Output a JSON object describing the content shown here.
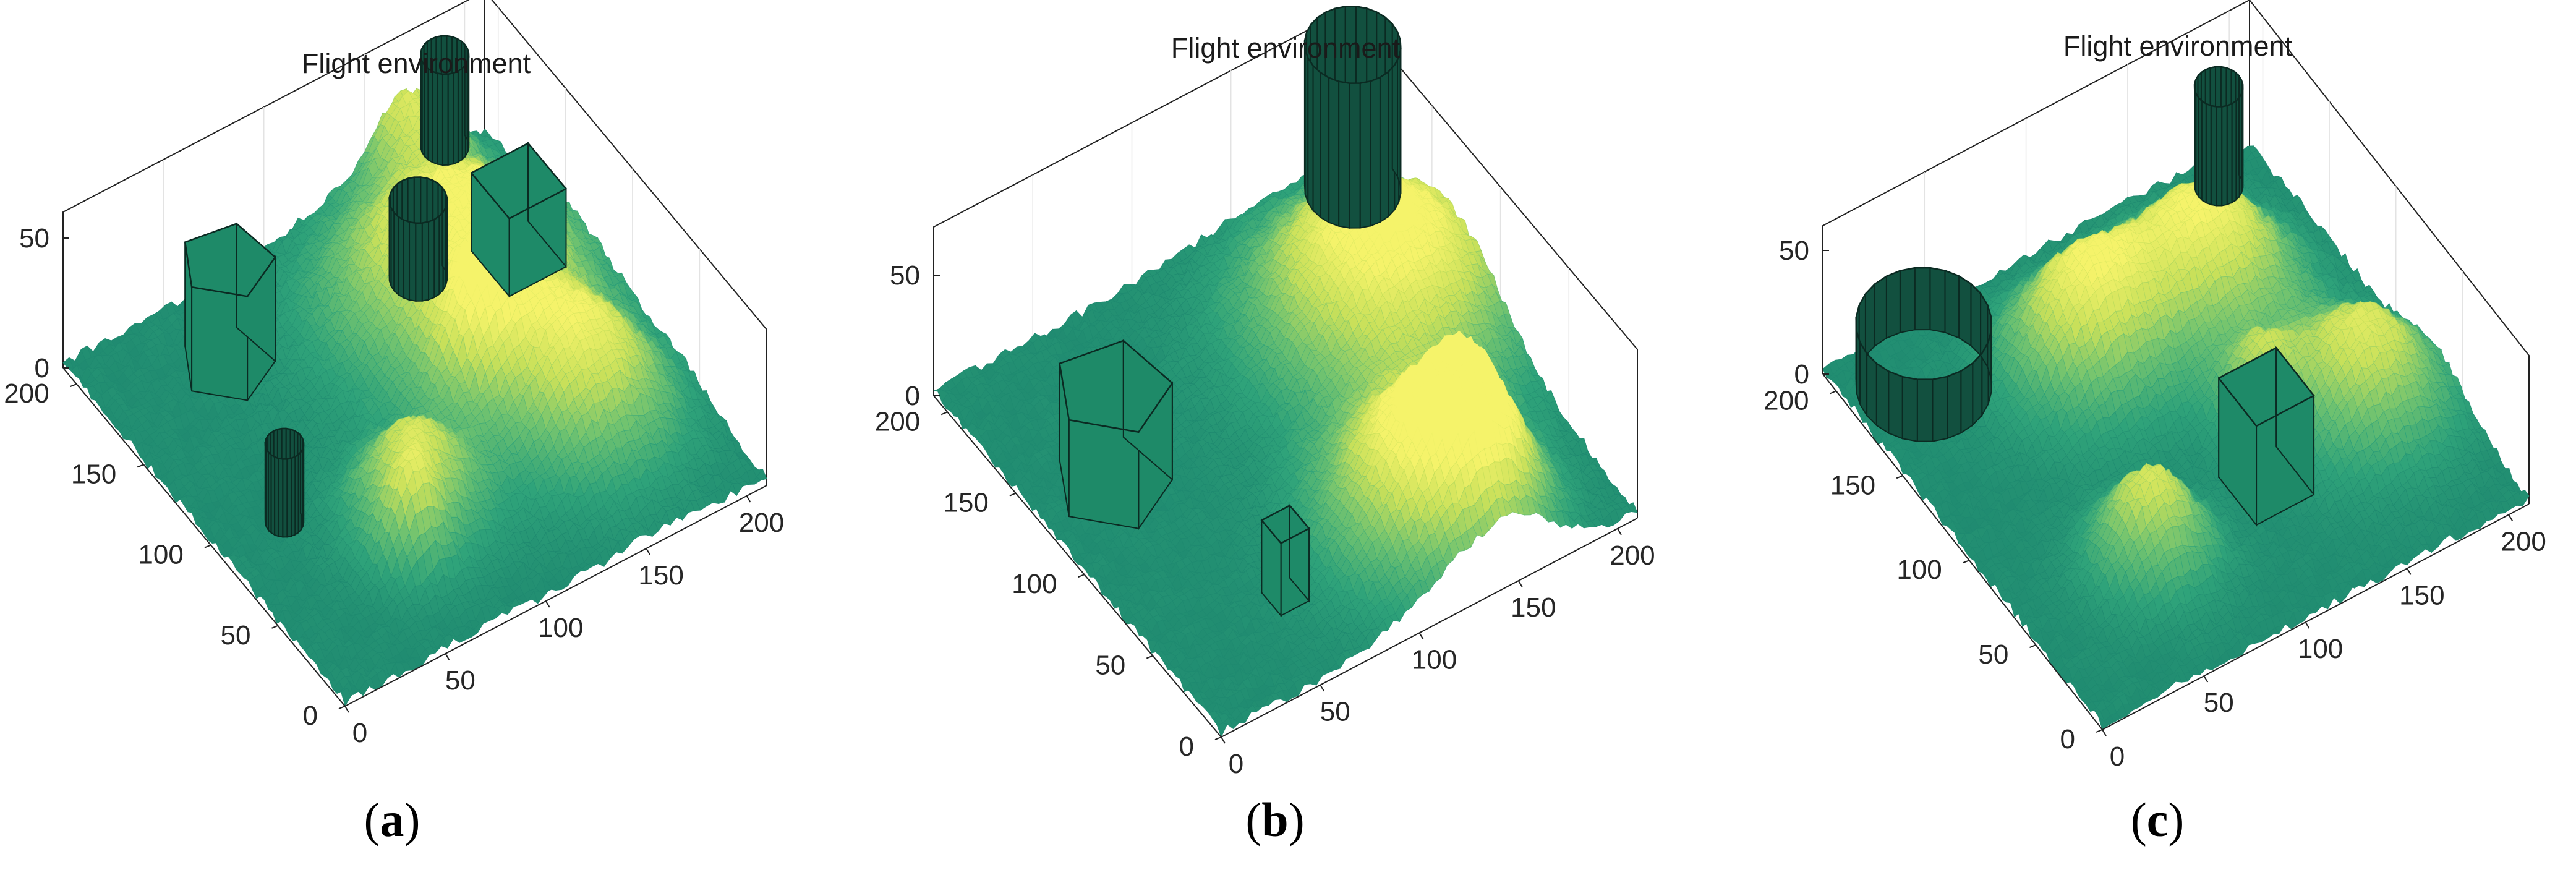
{
  "chart_data": [
    {
      "type": "surface",
      "panel": "a",
      "caption_letter": "a",
      "title": "Flight environment",
      "xlim": [
        0,
        210
      ],
      "ylim": [
        0,
        210
      ],
      "zlim": [
        0,
        60
      ],
      "x_ticks": [
        "0",
        "50",
        "100",
        "150",
        "200"
      ],
      "y_ticks": [
        "0",
        "50",
        "100",
        "150",
        "200"
      ],
      "z_ticks": [
        "0",
        "50"
      ],
      "colormap": [
        "#1f8a70",
        "#2fa37a",
        "#6fc270",
        "#c8e05a",
        "#f5f36a"
      ],
      "mountains": [
        {
          "x": 150,
          "y": 140,
          "h": 50,
          "s": 38
        },
        {
          "x": 160,
          "y": 60,
          "h": 40,
          "s": 26
        },
        {
          "x": 75,
          "y": 60,
          "h": 36,
          "s": 20
        },
        {
          "x": 130,
          "y": 95,
          "h": 30,
          "s": 14
        },
        {
          "x": 170,
          "y": 205,
          "h": 28,
          "s": 16
        },
        {
          "x": 60,
          "y": 40,
          "h": 24,
          "s": 10
        }
      ],
      "obstacles": [
        {
          "shape": "cylinder",
          "x": 170,
          "y": 180,
          "r": 10,
          "h": 35
        },
        {
          "shape": "cylinder",
          "x": 120,
          "y": 125,
          "r": 12,
          "h": 30
        },
        {
          "shape": "cylinder",
          "x": 30,
          "y": 90,
          "r": 8,
          "h": 30
        },
        {
          "shape": "prism",
          "x": 150,
          "y": 95,
          "r": 20,
          "h": 30,
          "sides": 4
        },
        {
          "shape": "prism",
          "x": 55,
          "y": 170,
          "r": 20,
          "h": 40,
          "sides": 5
        }
      ]
    },
    {
      "type": "surface",
      "panel": "b",
      "caption_letter": "b",
      "title": "Flight environment",
      "xlim": [
        0,
        210
      ],
      "ylim": [
        0,
        210
      ],
      "zlim": [
        0,
        70
      ],
      "x_ticks": [
        "0",
        "50",
        "100",
        "150",
        "200"
      ],
      "y_ticks": [
        "0",
        "50",
        "100",
        "150",
        "200"
      ],
      "z_ticks": [
        "0",
        "50"
      ],
      "colormap": [
        "#1f8a70",
        "#2fa37a",
        "#6fc270",
        "#c8e05a",
        "#f5f36a"
      ],
      "mountains": [
        {
          "x": 175,
          "y": 135,
          "h": 55,
          "s": 38
        },
        {
          "x": 130,
          "y": 40,
          "h": 50,
          "s": 30
        },
        {
          "x": 150,
          "y": 30,
          "h": 35,
          "s": 18
        }
      ],
      "obstacles": [
        {
          "shape": "cylinder",
          "x": 170,
          "y": 150,
          "r": 20,
          "h": 60
        },
        {
          "shape": "prism",
          "x": 35,
          "y": 130,
          "r": 25,
          "h": 40,
          "sides": 5
        },
        {
          "shape": "prism",
          "x": 60,
          "y": 40,
          "r": 10,
          "h": 30,
          "sides": 4
        }
      ]
    },
    {
      "type": "surface",
      "panel": "c",
      "caption_letter": "c",
      "title": "Flight environment",
      "xlim": [
        0,
        210
      ],
      "ylim": [
        0,
        210
      ],
      "zlim": [
        0,
        60
      ],
      "x_ticks": [
        "0",
        "50",
        "100",
        "150",
        "200"
      ],
      "y_ticks": [
        "0",
        "50",
        "100",
        "150",
        "200"
      ],
      "z_ticks": [
        "0",
        "50"
      ],
      "colormap": [
        "#1f8a70",
        "#2fa37a",
        "#6fc270",
        "#c8e05a",
        "#f5f36a"
      ],
      "mountains": [
        {
          "x": 150,
          "y": 150,
          "h": 45,
          "s": 26
        },
        {
          "x": 175,
          "y": 70,
          "h": 40,
          "s": 24
        },
        {
          "x": 90,
          "y": 150,
          "h": 45,
          "s": 24
        },
        {
          "x": 135,
          "y": 90,
          "h": 25,
          "s": 12
        },
        {
          "x": 60,
          "y": 55,
          "h": 38,
          "s": 18
        }
      ],
      "obstacles": [
        {
          "shape": "cylinder",
          "x": 30,
          "y": 180,
          "r": 28,
          "h": 25
        },
        {
          "shape": "cylinder",
          "x": 185,
          "y": 195,
          "r": 10,
          "h": 40
        },
        {
          "shape": "prism",
          "x": 120,
          "y": 60,
          "r": 20,
          "h": 40,
          "sides": 4
        }
      ]
    }
  ]
}
